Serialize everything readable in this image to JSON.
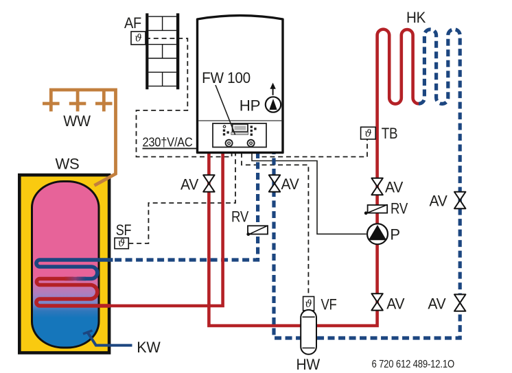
{
  "diagram": {
    "type": "heating-system-hydraulic-schematic",
    "doc_number": "6 720 612 489-12.1O",
    "sensor_symbol": "ϑ",
    "labels": {
      "af": "AF",
      "hk": "HK",
      "ww": "WW",
      "ws": "WS",
      "sf": "SF",
      "kw": "KW",
      "tb": "TB",
      "hp": "HP",
      "p": "P",
      "av": "AV",
      "rv": "RV",
      "vf": "VF",
      "hw": "HW",
      "controller": "FW 100",
      "power": "230†V/AC"
    },
    "colors": {
      "flow": "#b42126",
      "return": "#1c4680",
      "dhw": "#c27f3e",
      "tank_shell": "#f9ca10",
      "tank_hot": "#e76399",
      "tank_cold": "#1576bb",
      "outline": "#111111",
      "electric": "#1d1d1b"
    }
  }
}
